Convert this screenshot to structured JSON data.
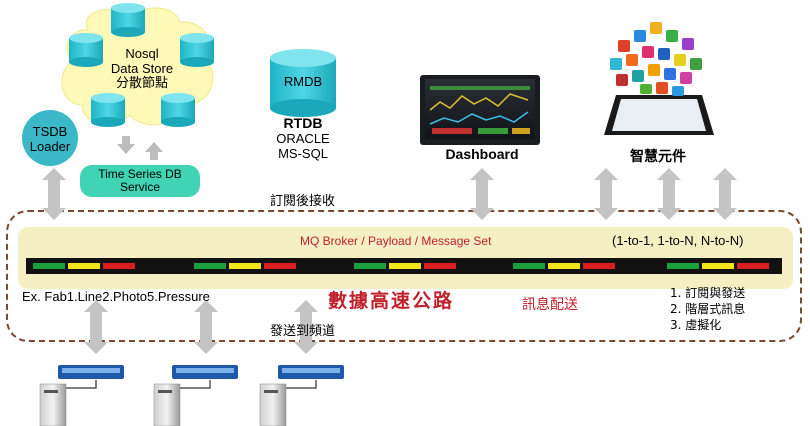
{
  "nosql": {
    "line1": "Nosql",
    "line2": "Data Store",
    "line3": "分散節點"
  },
  "tsdb_loader": {
    "line1": "TSDB",
    "line2": "Loader"
  },
  "tsdb_service": {
    "line1": "Time Series DB",
    "line2": "Service"
  },
  "rmdb": {
    "label": "RMDB"
  },
  "rtdb": {
    "title": "RTDB",
    "line1": "ORACLE",
    "line2": "MS-SQL"
  },
  "dashboard": {
    "label": "Dashboard"
  },
  "smart_components": {
    "label": "智慧元件"
  },
  "subscribe_receive": "訂閱後接收",
  "mq": {
    "label": "MQ Broker / Payload / Message Set",
    "modes": "(1-to-1, 1-to-N, N-to-N)"
  },
  "example_topic": "Ex. Fab1.Line2.Photo5.Pressure",
  "highway": "數據高速公路",
  "message_delivery": "訊息配送",
  "send_to_channel": "發送到頻道",
  "features": [
    "1. 訂閱與發送",
    "2. 階層式訊息",
    "3. 虛擬化"
  ],
  "colors": {
    "accent_red": "#c0202a",
    "cylinder": "#30c8d8",
    "service_box": "#40d4b4",
    "cloud": "#fff9b8",
    "band": "#f4f0c4",
    "arrow": "#bdbdbd",
    "bar_green": "#1aa03a",
    "bar_yellow": "#f2e21a",
    "bar_red": "#d81e1e"
  }
}
